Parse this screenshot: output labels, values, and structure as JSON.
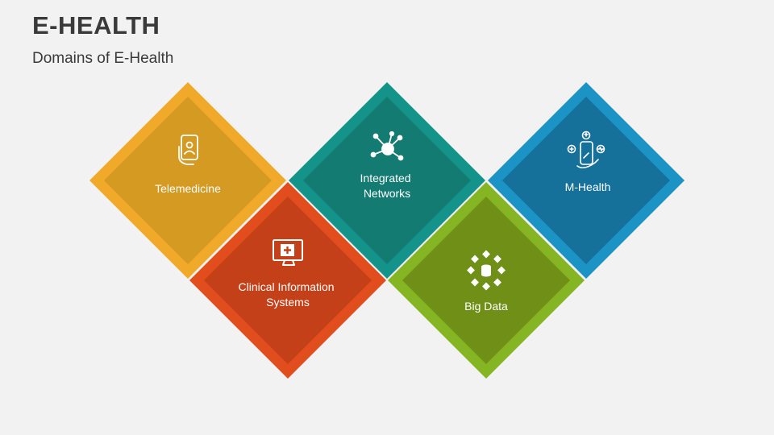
{
  "header": {
    "title": "E-HEALTH",
    "subtitle": "Domains of E-Health"
  },
  "domains": [
    {
      "label_lines": [
        "Telemedicine"
      ],
      "icon": "mobile-doctor-icon",
      "outer_color": "#f0a928",
      "inner_color": "#d49a22"
    },
    {
      "label_lines": [
        "Integrated",
        "Networks"
      ],
      "icon": "network-hub-icon",
      "outer_color": "#14938a",
      "inner_color": "#137b72"
    },
    {
      "label_lines": [
        "M-Health"
      ],
      "icon": "mobile-health-icon",
      "outer_color": "#1b93c4",
      "inner_color": "#15709a"
    },
    {
      "label_lines": [
        "Clinical Information",
        "Systems"
      ],
      "icon": "medical-monitor-icon",
      "outer_color": "#e24d1e",
      "inner_color": "#c44019"
    },
    {
      "label_lines": [
        "Big Data"
      ],
      "icon": "database-cubes-icon",
      "outer_color": "#86b524",
      "inner_color": "#6f8f17"
    }
  ],
  "connector_color": "#d6d6d6"
}
